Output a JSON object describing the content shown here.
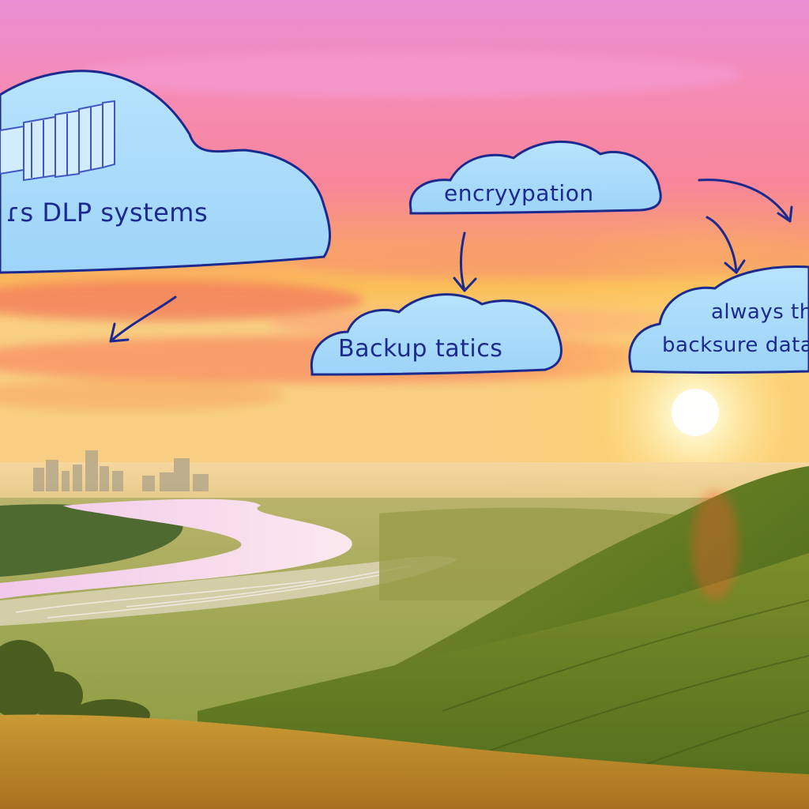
{
  "scene": {
    "clouds": [
      {
        "label": "ɾs DLP systems"
      },
      {
        "label": "encryypation"
      },
      {
        "label": "Backup tatics"
      },
      {
        "label_line1": "always tha",
        "label_line2": "backsure data"
      }
    ],
    "colors": {
      "sky_top": "#ee8ccb",
      "sky_mid": "#f77e8f",
      "sky_glow": "#fbbd52",
      "cloud_fill": "#a9dcfb",
      "ink": "#1c2a8f",
      "river": "#f4d9ee",
      "hill_green": "#5e7a20",
      "grass_gold": "#c9942e"
    }
  }
}
